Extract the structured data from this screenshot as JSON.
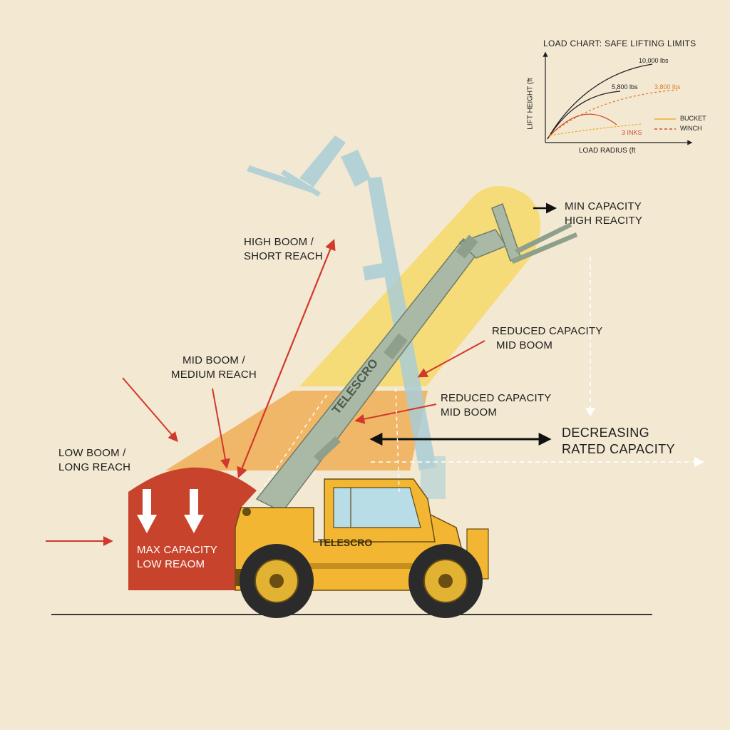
{
  "labels": {
    "high_boom": [
      "HIGH BOOM /",
      "SHORT REACH"
    ],
    "mid_boom": [
      "MID BOOM /",
      "MEDIUM REACH"
    ],
    "low_boom": [
      "LOW BOOM /",
      "LONG REACH"
    ],
    "max_capacity": [
      "MAX CAPACITY",
      "LOW REAOM"
    ],
    "min_capacity": [
      "MIN CAPACITY",
      "HIGH REACITY"
    ],
    "reduced_upper": [
      "REDUCED CAPACITY",
      "MID BOOM"
    ],
    "reduced_lower": [
      "REDUCED CAPACITY",
      "MID BOOM"
    ],
    "decreasing": [
      "DECREASING",
      "RATED CAPACITY"
    ]
  },
  "vehicle": {
    "brand_boom": "TELESCRO",
    "brand_body": "TELESCRO"
  },
  "load_chart": {
    "title": "LOAD CHART: SAFE LIFTING LIMITS",
    "y_axis_label": "LIFT HEIGHT (ft",
    "x_axis_label": "LOAD RADIUS (ft",
    "annotations": {
      "top": "10,000 lbs",
      "mid": "5,800 lbs",
      "orange": "3,800 lbs",
      "red": "3 INKS"
    },
    "legend": [
      {
        "name": "BUCKET",
        "color": "#f0b02a",
        "style": "solid"
      },
      {
        "name": "WINCH",
        "color": "#d24e2b",
        "style": "dashed"
      }
    ]
  },
  "colors": {
    "background": "#f3e8d2",
    "red_zone": "#c8432b",
    "orange_zone": "#f0a23a",
    "yellow_zone": "#f5d85a",
    "boom_ghost": "#a9cdd6",
    "boom_active": "#a9b9a6",
    "machine_yellow": "#f2b632",
    "arrow_red": "#d0392b"
  }
}
